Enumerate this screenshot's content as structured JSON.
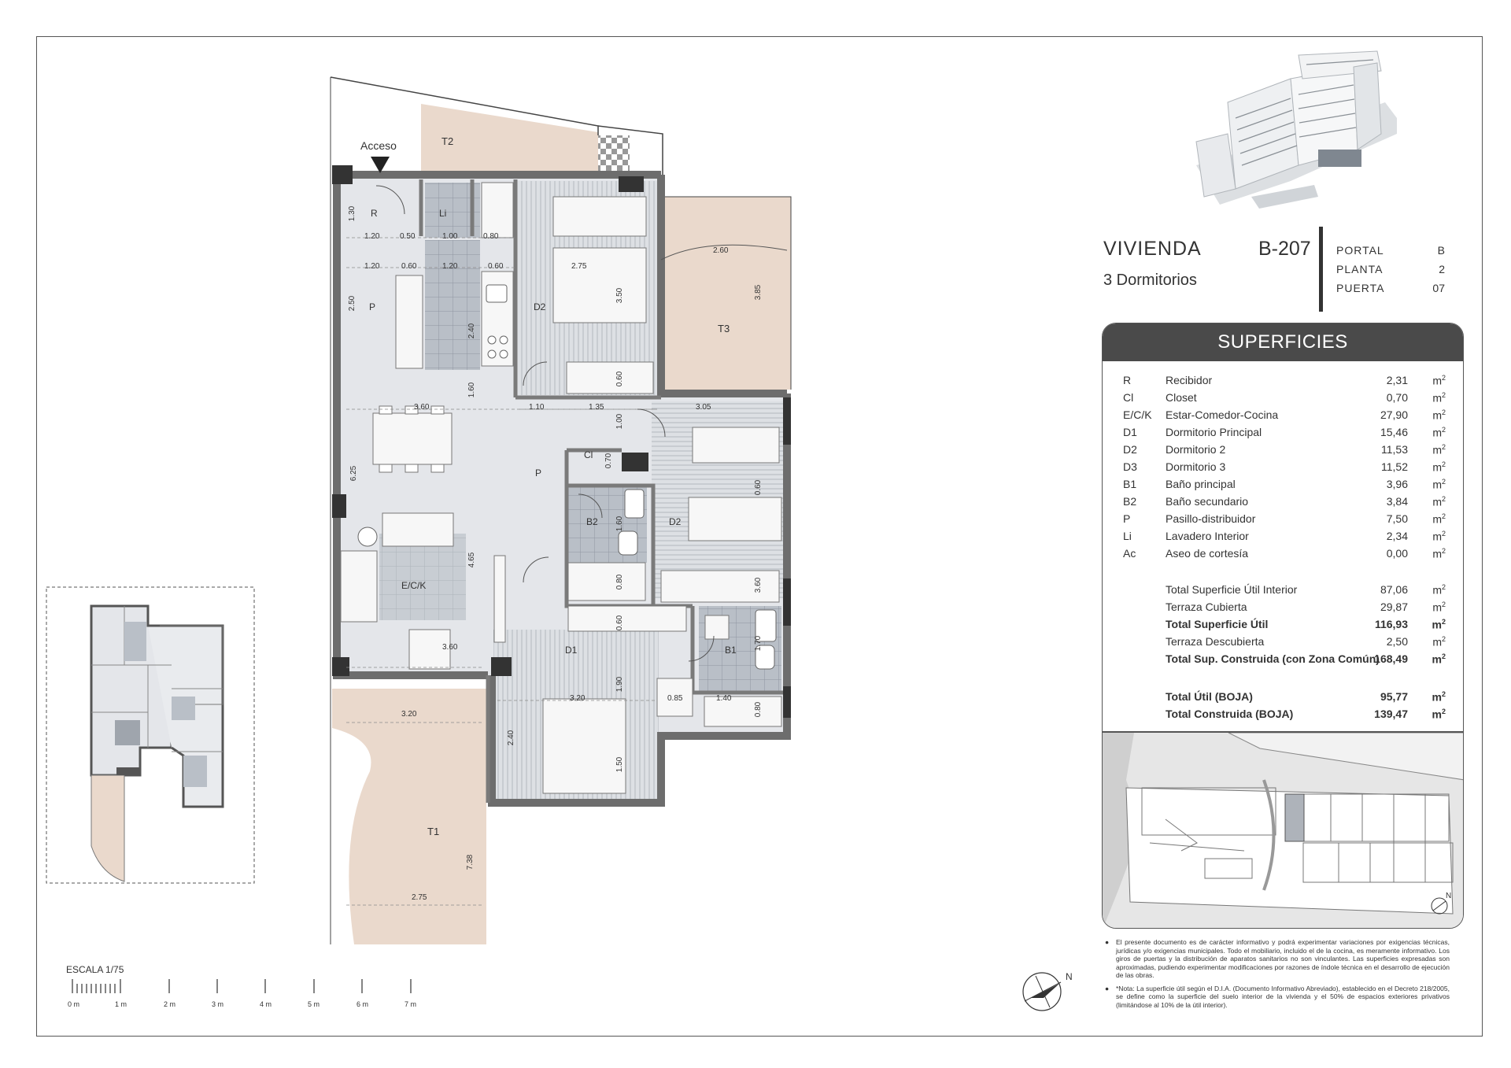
{
  "plan": {
    "access_label": "Acceso",
    "rooms": {
      "R": "R",
      "Li": "Li",
      "P_top": "P",
      "P_mid": "P",
      "D2_top": "D2",
      "D2_right": "D2",
      "T2": "T2",
      "T3": "T3",
      "T1": "T1",
      "Cl": "Cl",
      "B2": "B2",
      "B1": "B1",
      "ECK": "E/C/K",
      "D1": "D1"
    },
    "dimensions": {
      "d_130": "1.30",
      "d_120a": "1.20",
      "d_050": "0.50",
      "d_100": "1.00",
      "d_080a": "0.80",
      "d_120b": "1.20",
      "d_060a": "0.60",
      "d_120c": "1.20",
      "d_060b": "0.60",
      "d_250": "2.50",
      "d_240a": "2.40",
      "d_275a": "2.75",
      "d_350": "3.50",
      "d_060c": "0.60",
      "d_260": "2.60",
      "d_385": "3.85",
      "d_160": "1.60",
      "d_360a": "3.60",
      "d_110": "1.10",
      "d_135": "1.35",
      "d_305": "3.05",
      "d_100b": "1.00",
      "d_070": "0.70",
      "d_625": "6.25",
      "d_465": "4.65",
      "d_360b": "3.60",
      "d_360c": "3.60",
      "d_160b": "1.60",
      "d_080b": "0.80",
      "d_060d": "0.60",
      "d_060e": "0.60",
      "d_170": "1.70",
      "d_080c": "0.80",
      "d_190": "1.90",
      "d_320a": "3.20",
      "d_085": "0.85",
      "d_140": "1.40",
      "d_320b": "3.20",
      "d_240b": "2.40",
      "d_150": "1.50",
      "d_738": "7.38",
      "d_275b": "2.75"
    }
  },
  "scale": {
    "title": "ESCALA 1/75",
    "ticks": [
      "0 m",
      "1 m",
      "2 m",
      "3 m",
      "4 m",
      "5 m",
      "6 m",
      "7 m"
    ]
  },
  "compass_label": "N",
  "site_compass_label": "N",
  "header": {
    "title": "VIVIENDA",
    "code": "B-207",
    "subtitle": "3 Dormitorios",
    "info": [
      {
        "label": "PORTAL",
        "value": "B"
      },
      {
        "label": "PLANTA",
        "value": "2"
      },
      {
        "label": "PUERTA",
        "value": "07"
      }
    ]
  },
  "superficies": {
    "title": "SUPERFICIES",
    "unit": "m",
    "rooms": [
      {
        "code": "R",
        "name": "Recibidor",
        "value": "2,31"
      },
      {
        "code": "Cl",
        "name": "Closet",
        "value": "0,70"
      },
      {
        "code": "E/C/K",
        "name": "Estar-Comedor-Cocina",
        "value": "27,90"
      },
      {
        "code": "D1",
        "name": "Dormitorio Principal",
        "value": "15,46"
      },
      {
        "code": "D2",
        "name": "Dormitorio 2",
        "value": "11,53"
      },
      {
        "code": "D3",
        "name": "Dormitorio 3",
        "value": "11,52"
      },
      {
        "code": "B1",
        "name": "Baño principal",
        "value": "3,96"
      },
      {
        "code": "B2",
        "name": "Baño secundario",
        "value": "3,84"
      },
      {
        "code": "P",
        "name": "Pasillo-distribuidor",
        "value": "7,50"
      },
      {
        "code": "Li",
        "name": "Lavadero Interior",
        "value": "2,34"
      },
      {
        "code": "Ac",
        "name": "Aseo de cortesía",
        "value": "0,00"
      }
    ],
    "totals": [
      {
        "name": "Total Superficie Útil Interior",
        "value": "87,06",
        "bold": false
      },
      {
        "name": "Terraza Cubierta",
        "value": "29,87",
        "bold": false
      },
      {
        "name": "Total Superficie Útil",
        "value": "116,93",
        "bold": true
      },
      {
        "name": "Terraza Descubierta",
        "value": "2,50",
        "bold": false
      },
      {
        "name": "Total Sup. Construida (con Zona Común)",
        "value": "168,49",
        "bold": true
      }
    ],
    "boja": [
      {
        "name": "Total Útil (BOJA)",
        "value": "95,77"
      },
      {
        "name": "Total Construida (BOJA)",
        "value": "139,47"
      }
    ]
  },
  "notes": [
    "El presente documento es de carácter informativo y podrá experimentar variaciones por exigencias técnicas, jurídicas y/o exigencias municipales. Todo el mobiliario, incluido el de la cocina, es meramente informativo. Los giros de puertas y la distribución de aparatos sanitarios no son vinculantes. Las superficies expresadas son aproximadas, pudiendo experimentar modificaciones por razones de índole técnica en el desarrollo de ejecución de las obras.",
    "*Nota: La superficie útil según el D.I.A. (Documento Informativo Abreviado), establecido en el Decreto 218/2005, se define como la superficie del suelo interior de la vivienda y el 50% de espacios exteriores privativos (limitándose al 10% de la útil interior)."
  ]
}
